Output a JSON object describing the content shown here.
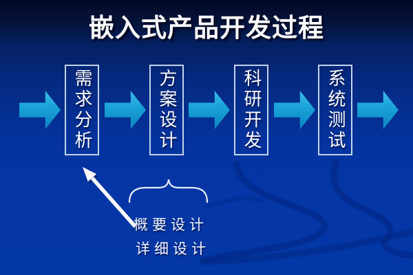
{
  "slide": {
    "title": "嵌入式产品开发过程"
  },
  "flow": {
    "steps": [
      {
        "label": "需求分析"
      },
      {
        "label": "方案设计"
      },
      {
        "label": "科研开发"
      },
      {
        "label": "系统测试"
      }
    ]
  },
  "annotation": {
    "labels": [
      "概要设计",
      "详细设计"
    ]
  },
  "colors": {
    "background_top": "#020a24",
    "background_bottom": "#0337a6",
    "flow_arrow_blue": "#1aa4d9",
    "box_border": "#c2d4ea",
    "text_white": "#ffffff"
  }
}
